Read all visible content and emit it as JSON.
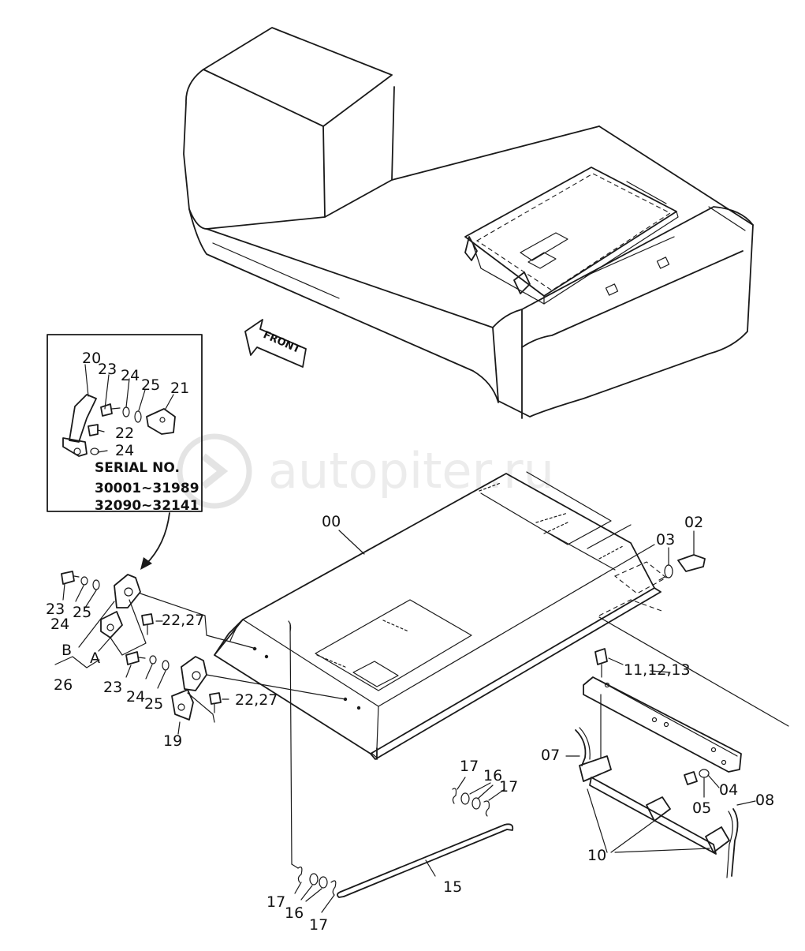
{
  "watermark": "autopiter.ru",
  "direction_label": "FRONT",
  "inset": {
    "serial_heading": "SERIAL  NO.",
    "serial_range_1": "30001~31989",
    "serial_range_2": "32090~32141",
    "labels": {
      "p20": "20",
      "p23": "23",
      "p24a": "24",
      "p25": "25",
      "p21": "21",
      "p22": "22",
      "p24b": "24"
    }
  },
  "parts": {
    "p00": "00",
    "p02": "02",
    "p03": "03",
    "p04": "04",
    "p05": "05",
    "p07": "07",
    "p08": "08",
    "p10": "10",
    "p11": "11,12,13",
    "p15": "15",
    "p16a": "16",
    "p16b": "16",
    "p17a": "17",
    "p17b": "17",
    "p17c": "17",
    "p17d": "17",
    "p19": "19",
    "p22a": "22,27",
    "p22b": "22,27",
    "p23a": "23",
    "p23b": "23",
    "p24a": "24",
    "p24b": "24",
    "p25a": "25",
    "p25b": "25",
    "p26": "26",
    "pA": "A",
    "pB": "B"
  }
}
